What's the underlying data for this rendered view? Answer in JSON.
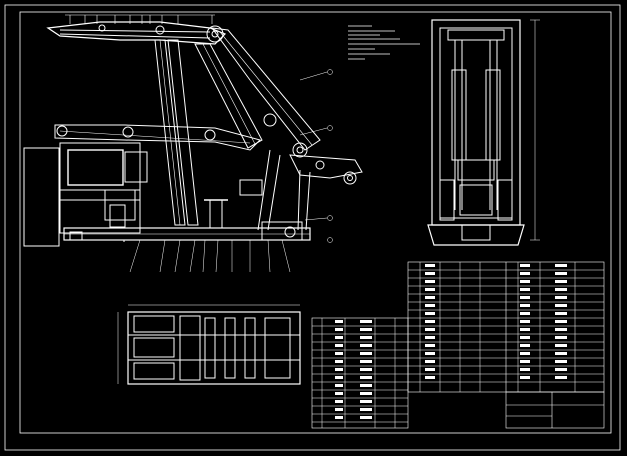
{
  "drawing": {
    "background": "#000000",
    "line_color": "#ffffff",
    "accent_color": "#ff3333",
    "views": [
      {
        "name": "side-elevation"
      },
      {
        "name": "front-elevation"
      },
      {
        "name": "plan-view"
      }
    ]
  },
  "title_block": {
    "title": "",
    "sheet": ""
  },
  "notes": {
    "lines": [
      "",
      "",
      "",
      "",
      "",
      "",
      ""
    ]
  }
}
